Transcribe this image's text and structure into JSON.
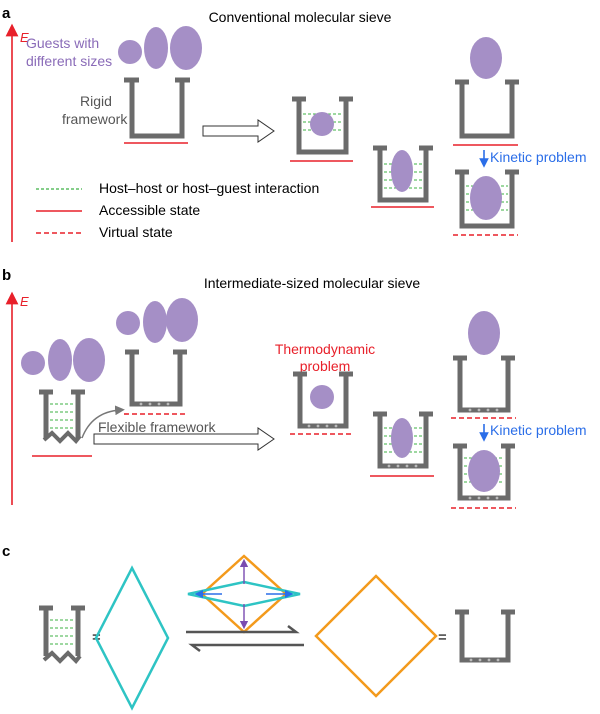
{
  "colors": {
    "guest": "#a58fc6",
    "frame": "#6b6b6b",
    "axis": "#e8202a",
    "interaction": "#3cb043",
    "accessible": "#e8202a",
    "virtual": "#e8202a",
    "kinetic": "#2b6ee8",
    "thermo": "#e8202a",
    "cyan": "#2ec4c4",
    "orange": "#f39a1c",
    "purple_arrow": "#7a4bb0",
    "blue_arrow": "#2b6ee8"
  },
  "panel_a": {
    "label": "a",
    "title": "Conventional molecular sieve",
    "axis_label": "E",
    "guests_label_line1": "Guests with",
    "guests_label_line2": "different sizes",
    "rigid_label_line1": "Rigid",
    "rigid_label_line2": "framework",
    "kinetic_label": "Kinetic problem",
    "legend": {
      "interaction": "Host–host or host–guest interaction",
      "accessible": "Accessible state",
      "virtual": "Virtual state"
    }
  },
  "panel_b": {
    "label": "b",
    "title": "Intermediate-sized molecular sieve",
    "axis_label": "E",
    "flexible_label": "Flexible framework",
    "thermo_line1": "Thermodynamic",
    "thermo_line2": "problem",
    "kinetic_label": "Kinetic problem"
  },
  "panel_c": {
    "label": "c",
    "equals_left": "=",
    "equals_right": "="
  }
}
